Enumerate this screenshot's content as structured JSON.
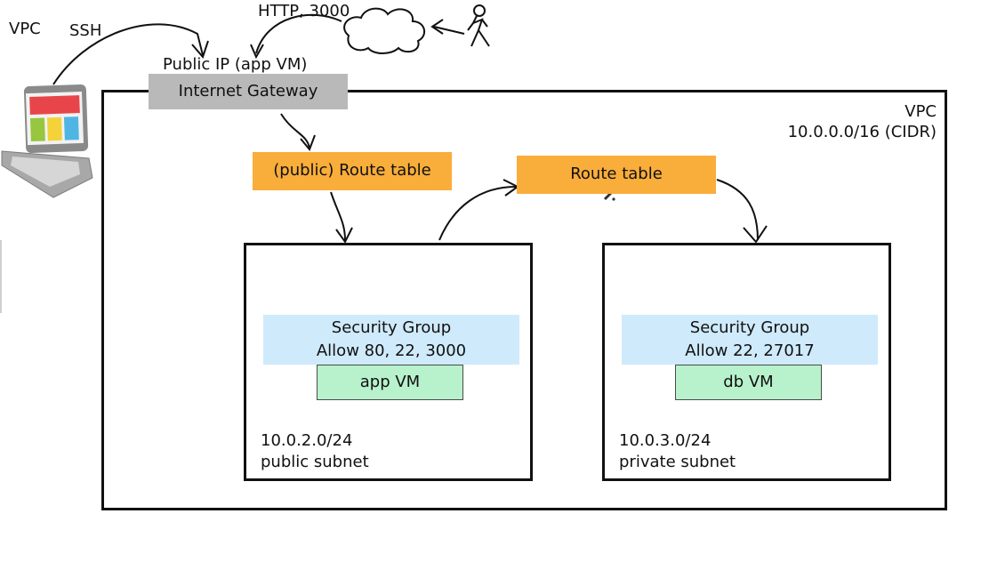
{
  "labels": {
    "vpc_outer": "VPC",
    "ssh": "SSH",
    "http": "HTTP, 3000",
    "public_ip": "Public IP (app VM)"
  },
  "gateway": {
    "label": "Internet Gateway"
  },
  "vpc": {
    "name": "VPC",
    "cidr": "10.0.0.0/16 (CIDR)"
  },
  "route_tables": {
    "public": "(public) Route table",
    "private": "Route table"
  },
  "subnets": {
    "public": {
      "sg_title": "Security Group",
      "sg_rules": "Allow 80, 22, 3000",
      "vm": "app VM",
      "cidr": "10.0.2.0/24",
      "name": "public subnet"
    },
    "private": {
      "sg_title": "Security Group",
      "sg_rules": "Allow 22, 27017",
      "vm": "db VM",
      "cidr": "10.0.3.0/24",
      "name": "private subnet"
    }
  },
  "icons": [
    "laptop-icon",
    "cloud-icon",
    "person-icon"
  ],
  "colors": {
    "gateway": "#b9b9b9",
    "route_table": "#f9ad3a",
    "security_group": "#cfeafb",
    "vm": "#b7f2cc"
  }
}
